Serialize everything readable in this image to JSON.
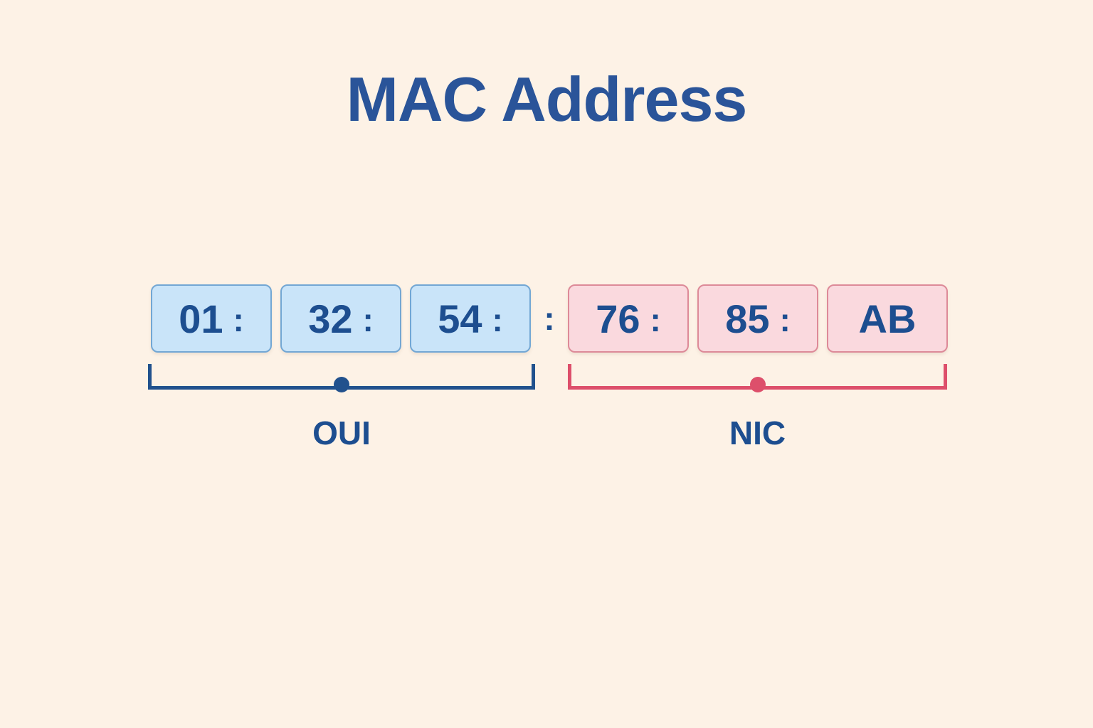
{
  "title": "MAC Address",
  "mac": {
    "full_address": "01:32:54:76:85:AB",
    "group_separator": ":",
    "oui": {
      "label": "OUI",
      "octets": [
        {
          "value": "01",
          "colon": ":"
        },
        {
          "value": "32",
          "colon": ":"
        },
        {
          "value": "54",
          "colon": ":"
        }
      ]
    },
    "nic": {
      "label": "NIC",
      "octets": [
        {
          "value": "76",
          "colon": ":"
        },
        {
          "value": "85",
          "colon": ":"
        },
        {
          "value": "AB",
          "colon": ""
        }
      ]
    }
  },
  "colors": {
    "background": "#fdf2e6",
    "title_text": "#2a5499",
    "octet_text": "#1d4e90",
    "label_text": "#1d4e90",
    "blue_box_fill": "#c9e4f9",
    "blue_box_border": "#73a7d4",
    "pink_box_fill": "#fad9de",
    "pink_box_border": "#dd8a98",
    "oui_bracket": "#21518d",
    "nic_bracket": "#dd4f6b"
  }
}
